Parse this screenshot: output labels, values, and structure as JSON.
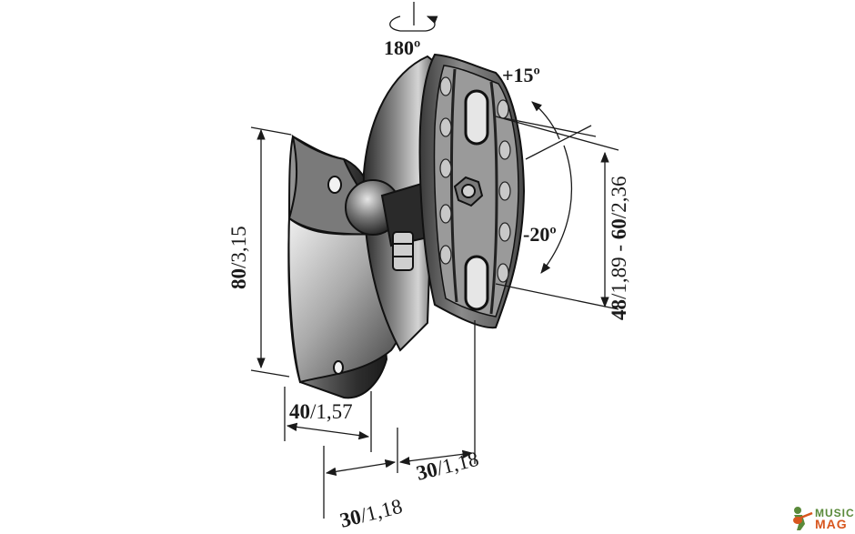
{
  "rotation": {
    "label": "180º"
  },
  "tilt": {
    "up": "+15º",
    "down": "-20º"
  },
  "dimensions": {
    "height": {
      "bold": "80",
      "rest": "/3,15"
    },
    "plate": {
      "bold": "48",
      "mid": "/1,89 - ",
      "bold2": "60",
      "rest": "/2,36"
    },
    "base_depth": {
      "bold": "40",
      "rest": "/1,57"
    },
    "offset_left": {
      "bold": "30",
      "rest": "/1,18"
    },
    "offset_right": {
      "bold": "30",
      "rest": "/1,18"
    }
  },
  "watermark": {
    "line1": "MUSIC",
    "line2": "MAG"
  },
  "colors": {
    "ink": "#1a1a1a",
    "metal_dark": "#2b2b2b",
    "metal_mid": "#6d6d6d",
    "metal_light": "#cfcfcf",
    "logo_green": "#5a8a3a",
    "logo_orange": "#d8561e"
  }
}
